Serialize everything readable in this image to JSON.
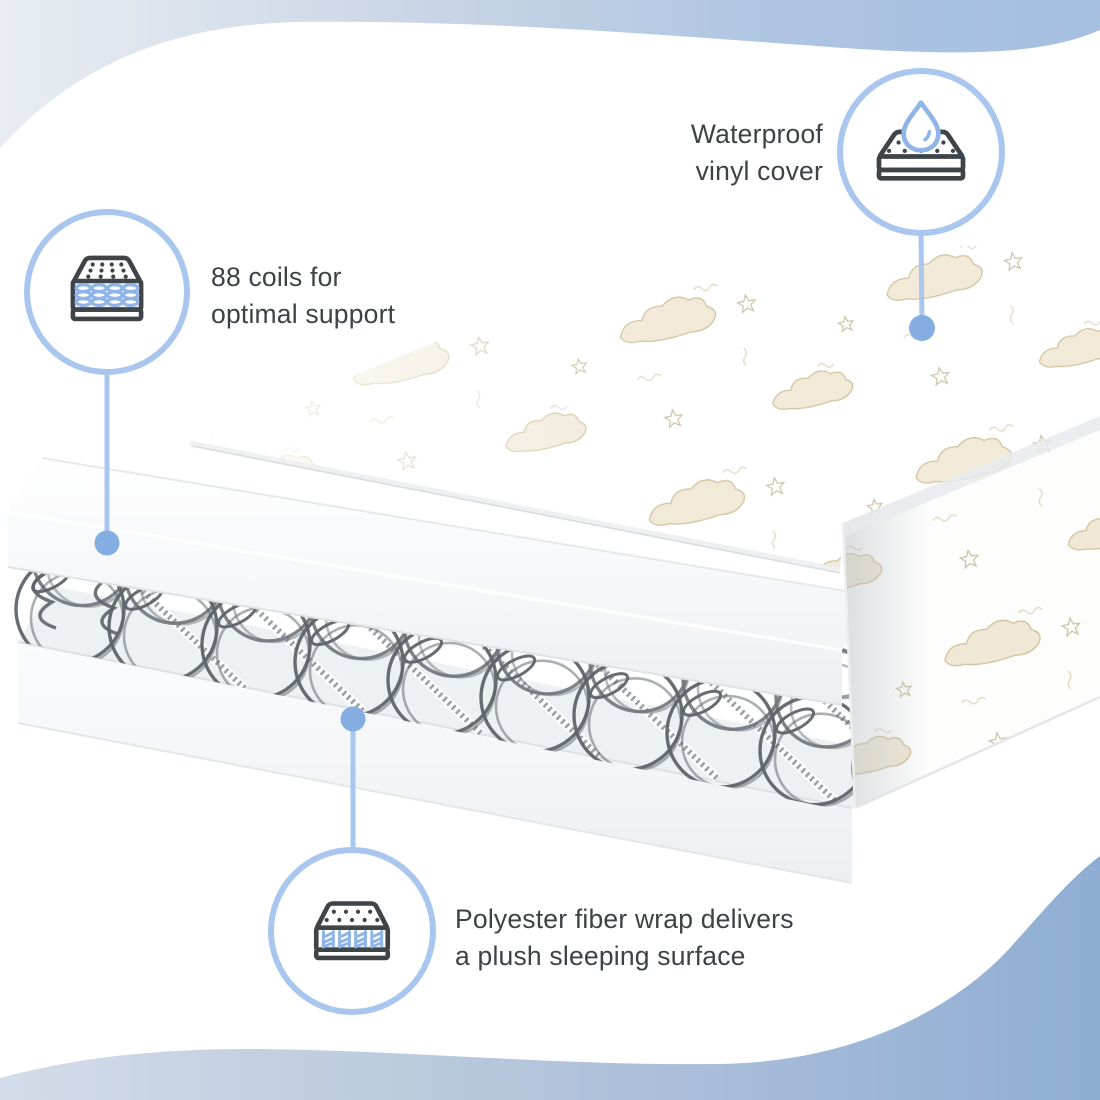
{
  "colors": {
    "circle-border": "#a9c6ee",
    "accent-line": "#a9c6ee",
    "accent-dot": "#84ade1",
    "icon-stroke": "#3f4449",
    "icon-blue": "#8fb4e8",
    "text": "#3d4247",
    "wave-top-left": "#e9edf2",
    "wave-top-right": "#a4bfe0",
    "wave-bottom-left": "#d3dce8",
    "wave-bottom-right": "#8fadd4",
    "spring-wire": "#5f646a",
    "cloud-fill": "#efe6d2",
    "cloud-line": "#cbb98f"
  },
  "callouts": {
    "waterproof": {
      "line1": "Waterproof",
      "line2": "vinyl cover",
      "icon": "waterproof-mattress-icon"
    },
    "coils": {
      "line1": "88 coils for",
      "line2": "optimal support",
      "icon": "coil-mattress-icon"
    },
    "fiber": {
      "line1": "Polyester fiber wrap delivers",
      "line2": "a plush sleeping surface",
      "icon": "fiber-mattress-icon"
    }
  }
}
